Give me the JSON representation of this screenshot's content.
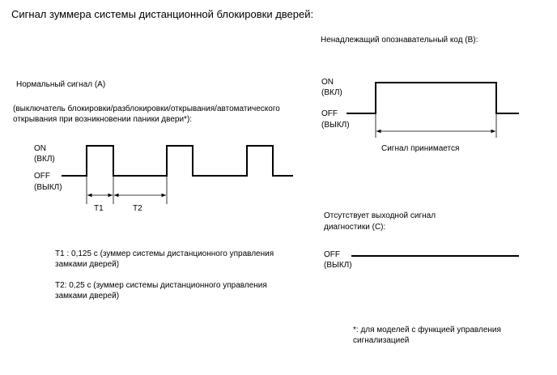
{
  "title": "Сигнал зуммера системы дистанционной блокировки дверей:",
  "panel_a": {
    "heading": "Нормальный сигнал (A)",
    "desc_line1": "(выключатель блокировки/разблокировки/открывания/автоматического",
    "desc_line2": "открывания при возникновении паники двери*):",
    "on_label": "ON",
    "on_label_ru": "(ВКЛ)",
    "off_label": "OFF",
    "off_label_ru": "(ВЫКЛ)",
    "t1_label": "T1",
    "t2_label": "T2",
    "t1_desc_line1": "T1 : 0,125 с (зуммер системы дистанционного управления",
    "t1_desc_line2": "замками дверей)",
    "t2_desc_line1": "T2: 0,25 с (зуммер системы дистанционного управления",
    "t2_desc_line2": "замками дверей)"
  },
  "panel_b": {
    "heading": "Ненадлежащий опознавательный код (B):",
    "on_label": "ON",
    "on_label_ru": "(ВКЛ)",
    "off_label": "OFF",
    "off_label_ru": "(ВЫКЛ)",
    "arrow_label": "Сигнал принимается"
  },
  "panel_c": {
    "heading_line1": "Отсутствует выходной сигнал",
    "heading_line2": "диагностики (C):",
    "off_label": "OFF",
    "off_label_ru": "(ВЫКЛ)"
  },
  "footnote_line1": "*: для моделей с функцией управления",
  "footnote_line2": "сигнализацией"
}
